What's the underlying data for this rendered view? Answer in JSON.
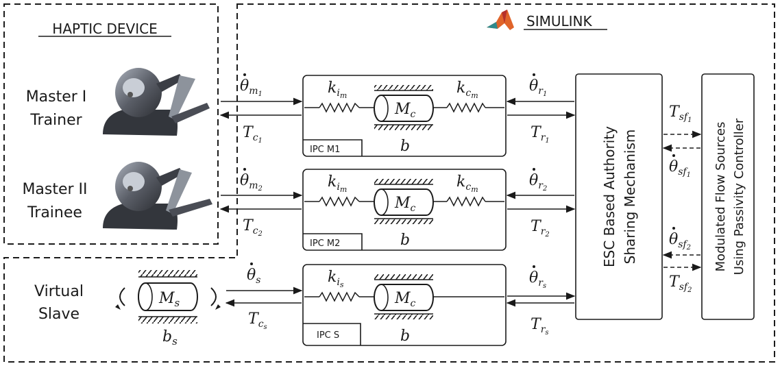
{
  "haptic_device": {
    "title": "HAPTIC DEVICE",
    "master1": {
      "line1": "Master I",
      "line2": "Trainer"
    },
    "master2": {
      "line1": "Master II",
      "line2": "Trainee"
    }
  },
  "simulink": {
    "title": "SIMULINK"
  },
  "virtual_slave": {
    "line1": "Virtual",
    "line2": "Slave",
    "mass": "M",
    "mass_sub": "s",
    "damping": "b",
    "damping_sub": "s"
  },
  "ipc_blocks": [
    {
      "label": "IPC M1",
      "k_left": "k",
      "k_left_sub": "i",
      "k_left_subsub": "m",
      "mass": "M",
      "mass_sub": "c",
      "k_right": "k",
      "k_right_sub": "c",
      "k_right_subsub": "m",
      "damping": "b"
    },
    {
      "label": "IPC M2",
      "k_left": "k",
      "k_left_sub": "i",
      "k_left_subsub": "m",
      "mass": "M",
      "mass_sub": "c",
      "k_right": "k",
      "k_right_sub": "c",
      "k_right_subsub": "m",
      "damping": "b"
    },
    {
      "label": "IPC S",
      "k_left": "k",
      "k_left_sub": "i",
      "k_left_subsub": "s",
      "mass": "M",
      "mass_sub": "c",
      "damping": "b"
    }
  ],
  "signals": {
    "m1_in": {
      "sym": "θ",
      "sub": "m",
      "subsub": "1"
    },
    "m1_out": {
      "sym": "T",
      "sub": "c",
      "subsub": "1"
    },
    "m2_in": {
      "sym": "θ",
      "sub": "m",
      "subsub": "2"
    },
    "m2_out": {
      "sym": "T",
      "sub": "c",
      "subsub": "2"
    },
    "s_in": {
      "sym": "θ",
      "sub": "s"
    },
    "s_out": {
      "sym": "T",
      "sub": "c",
      "subsub": "s"
    },
    "r1_in": {
      "sym": "θ",
      "sub": "r",
      "subsub": "1"
    },
    "r1_out": {
      "sym": "T",
      "sub": "r",
      "subsub": "1"
    },
    "r2_in": {
      "sym": "θ",
      "sub": "r",
      "subsub": "2"
    },
    "r2_out": {
      "sym": "T",
      "sub": "r",
      "subsub": "2"
    },
    "rs_in": {
      "sym": "θ",
      "sub": "r",
      "subsub": "s"
    },
    "rs_out": {
      "sym": "T",
      "sub": "r",
      "subsub": "s"
    },
    "sf1_T": {
      "sym": "T",
      "sub": "sf",
      "subsub": "1"
    },
    "sf1_th": {
      "sym": "θ",
      "sub": "sf",
      "subsub": "1"
    },
    "sf2_th": {
      "sym": "θ",
      "sub": "sf",
      "subsub": "2"
    },
    "sf2_T": {
      "sym": "T",
      "sub": "sf",
      "subsub": "2"
    }
  },
  "esc_block": {
    "line1": "ESC Based Authority",
    "line2": "Sharing Mechanism"
  },
  "mfs_block": {
    "line1": "Modulated Flow Sources",
    "line2": "Using Passivity Controller"
  },
  "colors": {
    "stroke": "#1a1a1a",
    "device_body": "#4a4d55",
    "device_light": "#9aa0aa",
    "matlab_orange": "#e0642a",
    "matlab_red": "#b5302b",
    "matlab_teal": "#2f8a8c"
  }
}
